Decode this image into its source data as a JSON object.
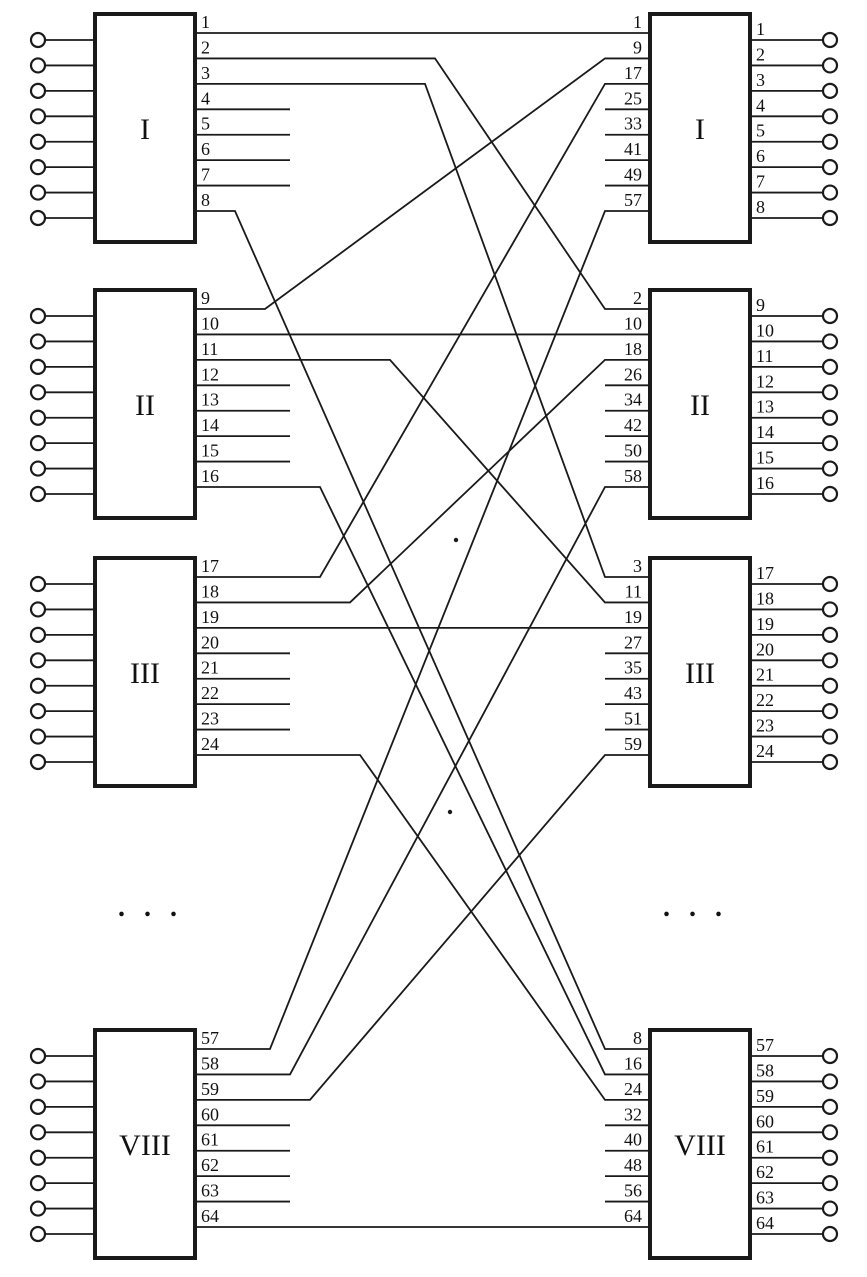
{
  "figure": {
    "background": "#ffffff",
    "line_color": "#1a1a1a",
    "left_ellipsis": ". . .",
    "right_ellipsis": ". . .",
    "left_blocks": [
      {
        "label": "I",
        "ports": [
          "1",
          "2",
          "3",
          "4",
          "5",
          "6",
          "7",
          "8"
        ]
      },
      {
        "label": "II",
        "ports": [
          "9",
          "10",
          "11",
          "12",
          "13",
          "14",
          "15",
          "16"
        ]
      },
      {
        "label": "III",
        "ports": [
          "17",
          "18",
          "19",
          "20",
          "21",
          "22",
          "23",
          "24"
        ]
      },
      {
        "label": "VIII",
        "ports": [
          "57",
          "58",
          "59",
          "60",
          "61",
          "62",
          "63",
          "64"
        ]
      }
    ],
    "right_blocks": [
      {
        "label": "I",
        "inputs": [
          "1",
          "9",
          "17",
          "25",
          "33",
          "41",
          "49",
          "57"
        ],
        "outputs": [
          "1",
          "2",
          "3",
          "4",
          "5",
          "6",
          "7",
          "8"
        ]
      },
      {
        "label": "II",
        "inputs": [
          "2",
          "10",
          "18",
          "26",
          "34",
          "42",
          "50",
          "58"
        ],
        "outputs": [
          "9",
          "10",
          "11",
          "12",
          "13",
          "14",
          "15",
          "16"
        ]
      },
      {
        "label": "III",
        "inputs": [
          "3",
          "11",
          "19",
          "27",
          "35",
          "43",
          "51",
          "59"
        ],
        "outputs": [
          "17",
          "18",
          "19",
          "20",
          "21",
          "22",
          "23",
          "24"
        ]
      },
      {
        "label": "VIII",
        "inputs": [
          "8",
          "16",
          "24",
          "32",
          "40",
          "48",
          "56",
          "64"
        ],
        "outputs": [
          "57",
          "58",
          "59",
          "60",
          "61",
          "62",
          "63",
          "64"
        ]
      }
    ],
    "connections": [
      {
        "from": [
          0,
          0
        ],
        "to": [
          0,
          0
        ],
        "bend": 0
      },
      {
        "from": [
          0,
          1
        ],
        "to": [
          1,
          0
        ],
        "bend": 435
      },
      {
        "from": [
          0,
          2
        ],
        "to": [
          2,
          0
        ],
        "bend": 425
      },
      {
        "from": [
          0,
          7
        ],
        "to": [
          3,
          0
        ],
        "bend": 235
      },
      {
        "from": [
          1,
          0
        ],
        "to": [
          0,
          1
        ],
        "bend": 265
      },
      {
        "from": [
          1,
          1
        ],
        "to": [
          1,
          1
        ],
        "bend": 0
      },
      {
        "from": [
          1,
          2
        ],
        "to": [
          2,
          1
        ],
        "bend": 390
      },
      {
        "from": [
          1,
          7
        ],
        "to": [
          3,
          1
        ],
        "bend": 320
      },
      {
        "from": [
          2,
          0
        ],
        "to": [
          0,
          2
        ],
        "bend": 320
      },
      {
        "from": [
          2,
          1
        ],
        "to": [
          1,
          2
        ],
        "bend": 350
      },
      {
        "from": [
          2,
          2
        ],
        "to": [
          2,
          2
        ],
        "bend": 0
      },
      {
        "from": [
          2,
          7
        ],
        "to": [
          3,
          2
        ],
        "bend": 360
      },
      {
        "from": [
          3,
          0
        ],
        "to": [
          0,
          7
        ],
        "bend": 270
      },
      {
        "from": [
          3,
          1
        ],
        "to": [
          1,
          7
        ],
        "bend": 290
      },
      {
        "from": [
          3,
          2
        ],
        "to": [
          2,
          7
        ],
        "bend": 310
      },
      {
        "from": [
          3,
          7
        ],
        "to": [
          3,
          7
        ],
        "bend": 0
      }
    ]
  }
}
